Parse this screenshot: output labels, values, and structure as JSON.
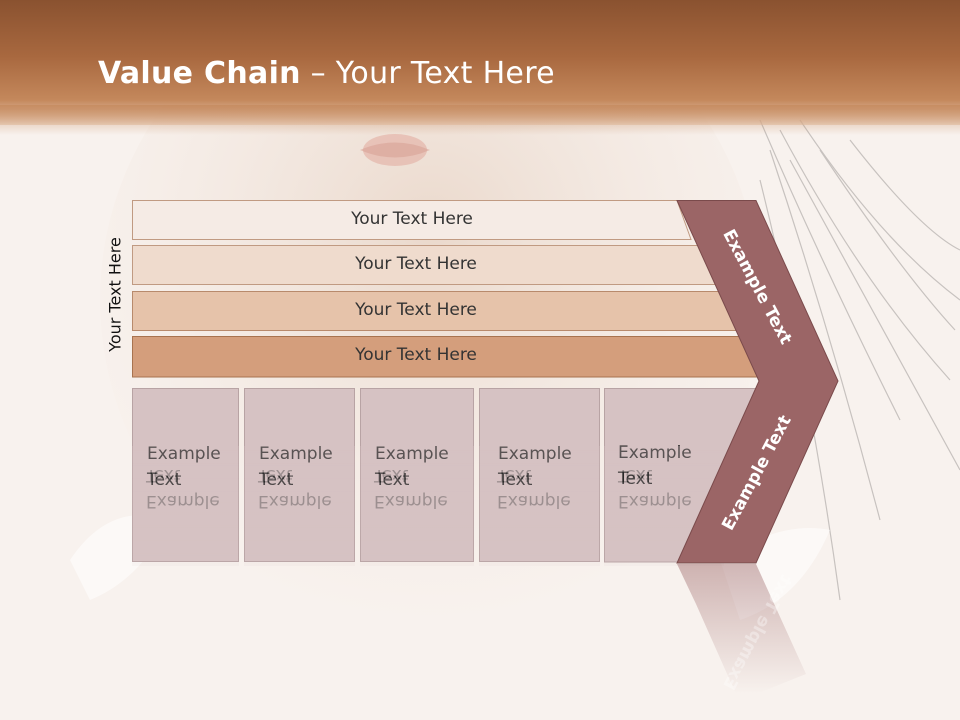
{
  "title": {
    "bold": "Value Chain",
    "rest": " – Your Text Here"
  },
  "side_label": "Your Text Here",
  "bars": [
    {
      "label": "Your Text Here",
      "color": "#f5ebe5"
    },
    {
      "label": "Your Text Here",
      "color": "#efdbcd"
    },
    {
      "label": "Your Text Here",
      "color": "#e6c3aa"
    },
    {
      "label": "Your Text Here",
      "color": "#d49e7c"
    }
  ],
  "boxes": [
    {
      "label": "Example\nText"
    },
    {
      "label": "Example\nText"
    },
    {
      "label": "Example\nText"
    },
    {
      "label": "Example\nText"
    },
    {
      "label": "Example\nText"
    }
  ],
  "chevron": {
    "upper_label": "Example Text",
    "lower_label": "Example Text",
    "color": "#9b6566"
  },
  "colors": {
    "header": "#a8683f",
    "box": "#d6c2c3"
  }
}
